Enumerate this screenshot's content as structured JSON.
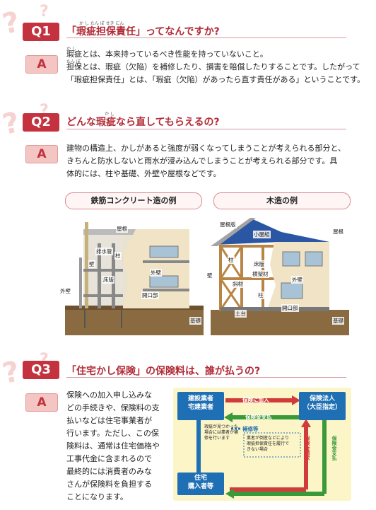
{
  "q1": {
    "badge": "Q1",
    "title": "「瑕疵担保責任」ってなんですか?",
    "ruby": "か し たん ぽ せき にん",
    "answer_badge": "A",
    "answer_ruby1": "か し",
    "answer_ruby2": "たん ぽ",
    "lines": [
      "瑕疵とは、本来持っているべき性能を持っていないこと。",
      "担保とは、瑕疵（欠陥）を補修したり、損害を賠償したりすることです。したがって",
      "「瑕疵担保責任」とは、「瑕疵（欠陥）があったら直す責任がある」ということです。"
    ]
  },
  "q2": {
    "badge": "Q2",
    "title": "どんな瑕疵なら直してもらえるの?",
    "ruby": "か し",
    "answer_badge": "A",
    "lines": [
      "建物の構造上、かしがあると強度が弱くなってしまうことが考えられる部分と、",
      "きちんと防水しないと雨水が浸み込んでしまうことが考えられる部分です。具",
      "体的には、柱や基礎、外壁や屋根などです。"
    ]
  },
  "diagrams": {
    "rc": {
      "title": "鉄筋コンクリート造の例",
      "labels": {
        "roof": "屋根",
        "drain": "排水管",
        "wall": "壁",
        "pillar": "柱",
        "floor": "床版",
        "exterior_wall": "外壁",
        "opening": "開口部",
        "outer_wall_left": "外壁",
        "foundation": "基礎"
      }
    },
    "wood": {
      "title": "木造の例",
      "labels": {
        "roof_board": "屋根版",
        "roof": "屋根",
        "hut": "小屋組",
        "pillar": "柱",
        "floor": "床版",
        "wall": "壁",
        "beam": "横架材",
        "brace": "斜材",
        "pillar2": "柱",
        "exterior_wall": "外壁",
        "sill": "土台",
        "opening": "開口部",
        "foundation": "基礎"
      }
    }
  },
  "q3": {
    "badge": "Q3",
    "title": "「住宅かし保険」の保険料は、誰が払うの?",
    "answer_badge": "A",
    "lines": [
      "保険への加入申し込みな",
      "どの手続きや、保険料の支",
      "払いなどは住宅事業者が",
      "行います。ただし、この保",
      "険料は、通常は住宅価格や",
      "工事代金に含まれるので",
      "最終的には消費者のみな",
      "さんが保険料を負担する",
      "ことになります。"
    ]
  },
  "flow": {
    "builder": "建設業者\n宅建業者",
    "insurer": "保険法人\n（大臣指定）",
    "buyer": "住宅\n購入者等",
    "join": "保険に加入",
    "payout": "保険金支払",
    "repair": "補修等",
    "payout_vertical": "保険金支払",
    "claim_vertical": "保険金請求",
    "note_left": "瑕疵が見つかった\n場合には業者が補\n修を行います",
    "note_right": "業者が倒産などにより\n瑕疵担保責任を履行で\nきない場合"
  },
  "colors": {
    "accent": "#c3323e",
    "blue": "#1f6fb4",
    "green": "#3a9a3a",
    "red_arrow": "#d23b3b",
    "flow_bg": "#fbf5c8"
  }
}
